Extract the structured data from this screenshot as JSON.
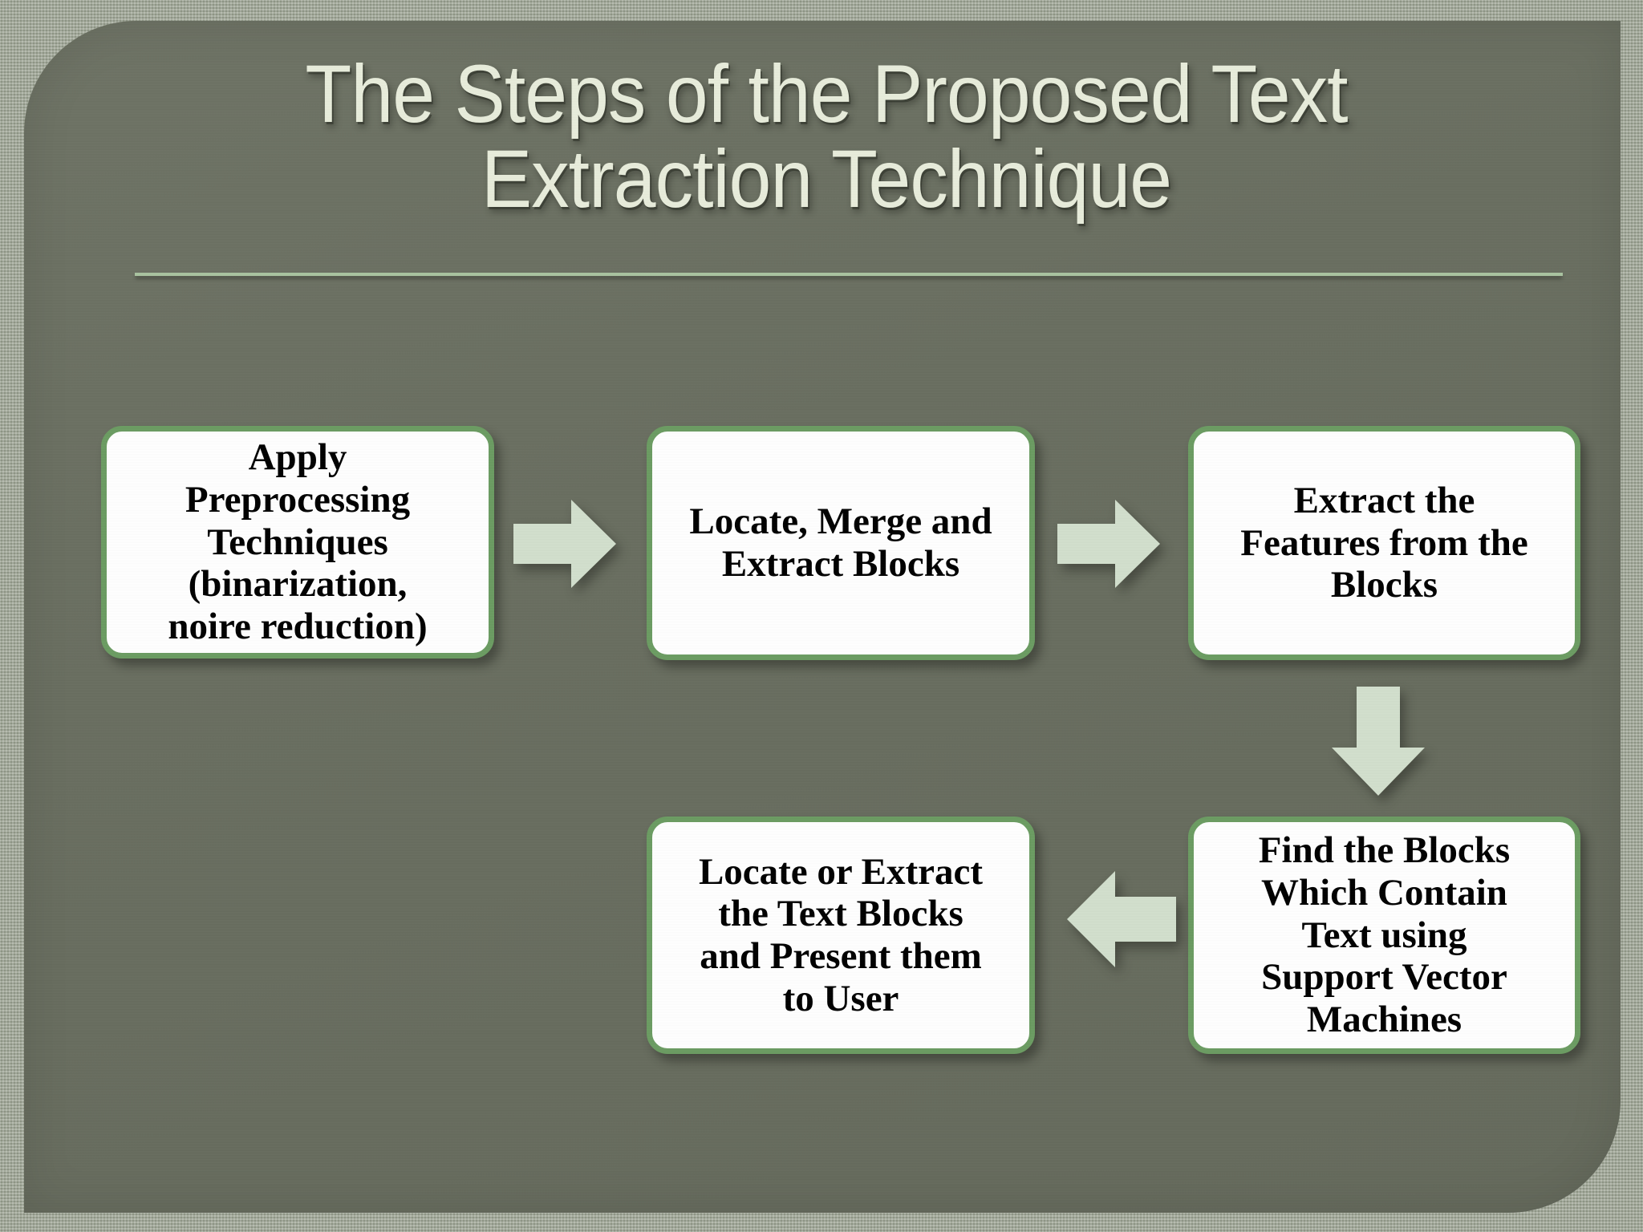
{
  "slide": {
    "title": "The Steps of the Proposed Text\nExtraction Technique",
    "theme": {
      "outer_background": "#9ba291",
      "panel_background": "#6a6f61",
      "title_color": "#e8eddb",
      "rule_color": "#a9c4a0",
      "box_border_color": "#6b9c62",
      "box_fill_color": "#ffffff",
      "box_text_color": "#000000",
      "arrow_color": "#d2dfcd"
    }
  },
  "flow": {
    "steps": [
      {
        "id": "preprocess",
        "order": 1,
        "label": "Apply\nPreprocessing\nTechniques\n(binarization,\nnoire reduction)"
      },
      {
        "id": "locate-merge-extract",
        "order": 2,
        "label": "Locate, Merge and\nExtract Blocks"
      },
      {
        "id": "extract-features",
        "order": 3,
        "label": "Extract the\nFeatures from the\nBlocks"
      },
      {
        "id": "svm-classify",
        "order": 4,
        "label": "Find the Blocks\nWhich Contain\nText using\nSupport Vector\nMachines"
      },
      {
        "id": "present-to-user",
        "order": 5,
        "label": "Locate or Extract\nthe Text Blocks\nand Present them\nto User"
      }
    ],
    "connectors": [
      {
        "id": "preprocess-to-locate",
        "direction": "right"
      },
      {
        "id": "locate-to-features",
        "direction": "right"
      },
      {
        "id": "features-to-svm",
        "direction": "down"
      },
      {
        "id": "svm-to-present",
        "direction": "left"
      }
    ]
  }
}
